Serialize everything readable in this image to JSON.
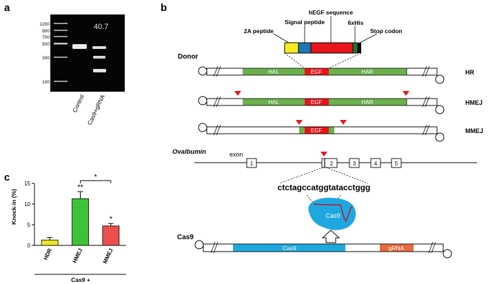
{
  "panel_a": {
    "letter": "a",
    "ladder_labels": [
      "1200",
      "900",
      "700",
      "500",
      "300",
      "100"
    ],
    "ratio_value": "40.7",
    "lane_labels": [
      "Control",
      "Cas9+gRNA"
    ]
  },
  "panel_b": {
    "letter": "b",
    "insert_labels": {
      "hegf": "hEGF sequence",
      "signal": "Signal peptide",
      "his": "6xHis",
      "p2a": "2A peptide",
      "stop": "Stop codon"
    },
    "donor_label": "Donor",
    "constructs": [
      {
        "name": "HR",
        "left_arm": "HAL",
        "insert": "EGF",
        "right_arm": "HAR"
      },
      {
        "name": "HMEJ",
        "left_arm": "HAL",
        "insert": "EGF",
        "right_arm": "HAR"
      },
      {
        "name": "MMEJ",
        "insert": "EGF"
      }
    ],
    "gene_label": "Ovalbumin",
    "exon_label": "exon",
    "exons": [
      "1",
      "2",
      "3",
      "4",
      "5"
    ],
    "target_sequence": "ctctagccatggtatacctggg",
    "cas9_protein_label": "Cas9",
    "cas9_vector": {
      "label": "Cas9",
      "cas9_segment": "Cas9",
      "grna_segment": "gRNA"
    },
    "colors": {
      "insert": "#e8141a",
      "arms": "#6ab04c",
      "p2a": "#f5ec1f",
      "signal": "#1f74b5",
      "his": "#1a7a34",
      "cas9": "#1fa8e0",
      "grna": "#e66a3d",
      "cut_marker": "#e41a1c"
    }
  },
  "panel_c": {
    "letter": "c",
    "chart_data": {
      "type": "bar",
      "categories": [
        "HDR",
        "HMEJ",
        "MMEJ"
      ],
      "values": [
        1.3,
        11.3,
        4.7
      ],
      "errors": [
        0.6,
        1.7,
        0.6
      ],
      "colors": [
        "#f2ea2a",
        "#3fc63a",
        "#f05050"
      ],
      "significance": [
        "",
        "**",
        "*"
      ],
      "comparison_star": "*",
      "ylabel": "Knock-in (%)",
      "ylim": [
        0,
        15
      ],
      "yticks": [
        "0",
        "5",
        "10",
        "15"
      ],
      "group_label": "Cas9 +"
    }
  }
}
